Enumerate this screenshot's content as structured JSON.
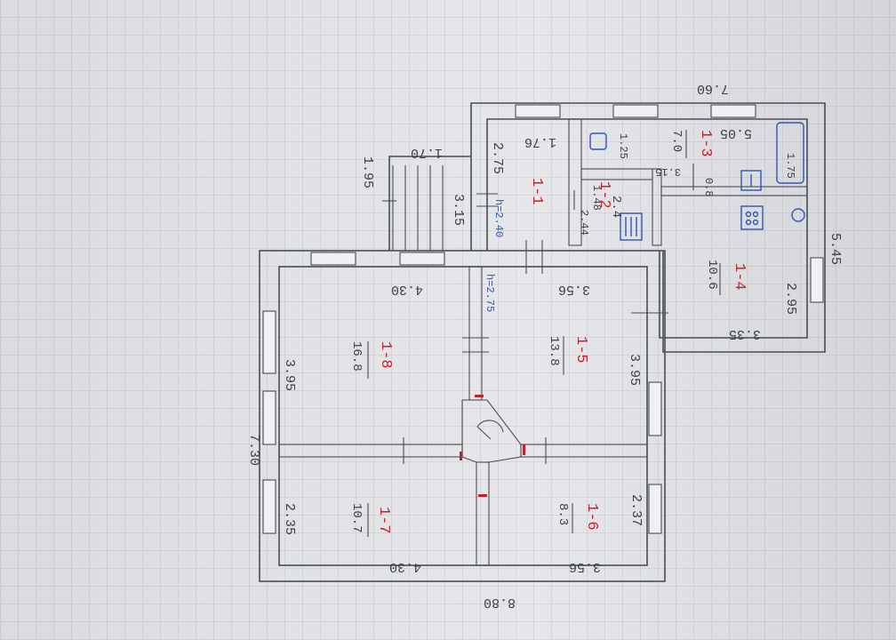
{
  "plan": {
    "dimensions": {
      "total_top": "7.60",
      "total_right": "5.45",
      "total_bottom": "8.80",
      "total_left": "7.30",
      "porch_top": "1.70",
      "porch_left": "1.95",
      "porch_depth": "3.15",
      "room1_top": "1.76",
      "room1_side": "2.75",
      "room2_width": "1.48",
      "room2_depth": "2.44",
      "room3_top": "5.05",
      "room3_side": "1.25",
      "room3_inner": "3.15",
      "room3_post": "0.8",
      "room4_bottom": "3.35",
      "room4_side": "2.95",
      "room8_top": "4.30",
      "room8_side": "3.95",
      "room5_top": "3.56",
      "room5_side": "3.95",
      "room7_bottom": "4.30",
      "room7_side": "2.35",
      "room6_bottom": "3.56",
      "room6_side": "2.37"
    },
    "rooms": [
      {
        "id": "1-1",
        "area": ""
      },
      {
        "id": "1-2",
        "area": "2.4"
      },
      {
        "id": "1-3",
        "area": "7.0"
      },
      {
        "id": "1-4",
        "area": "10.6"
      },
      {
        "id": "1-5",
        "area": "13.8"
      },
      {
        "id": "1-6",
        "area": "8.3"
      },
      {
        "id": "1-7",
        "area": "10.7"
      },
      {
        "id": "1-8",
        "area": "16.8"
      }
    ],
    "heights": {
      "h1": "h=2.40",
      "h2": "h=2.75"
    },
    "fixtures": {
      "bath_label": "1.75"
    }
  }
}
